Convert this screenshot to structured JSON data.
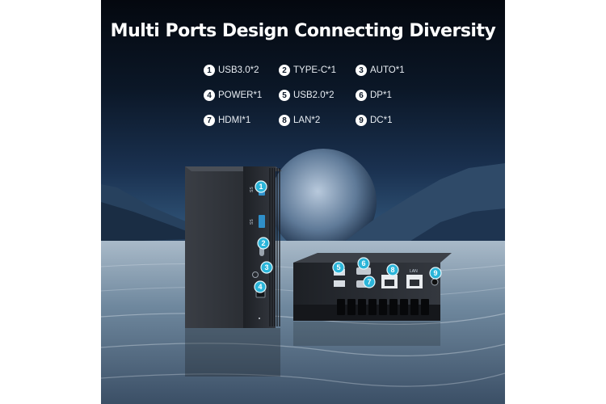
{
  "title": "Multi Ports Design Connecting Diversity",
  "specs": [
    {
      "num": "1",
      "label": "USB3.0*2"
    },
    {
      "num": "2",
      "label": "TYPE-C*1"
    },
    {
      "num": "3",
      "label": "AUTO*1"
    },
    {
      "num": "4",
      "label": "POWER*1"
    },
    {
      "num": "5",
      "label": "USB2.0*2"
    },
    {
      "num": "6",
      "label": "DP*1"
    },
    {
      "num": "7",
      "label": "HDMI*1"
    },
    {
      "num": "8",
      "label": "LAN*2"
    },
    {
      "num": "9",
      "label": "DC*1"
    }
  ],
  "port_labels": {
    "ss1": "SS",
    "ss2": "SS",
    "lan": "LAN"
  },
  "colors": {
    "accent": "#2bb5d9",
    "device": "#2a2d33",
    "text": "#ffffff"
  }
}
